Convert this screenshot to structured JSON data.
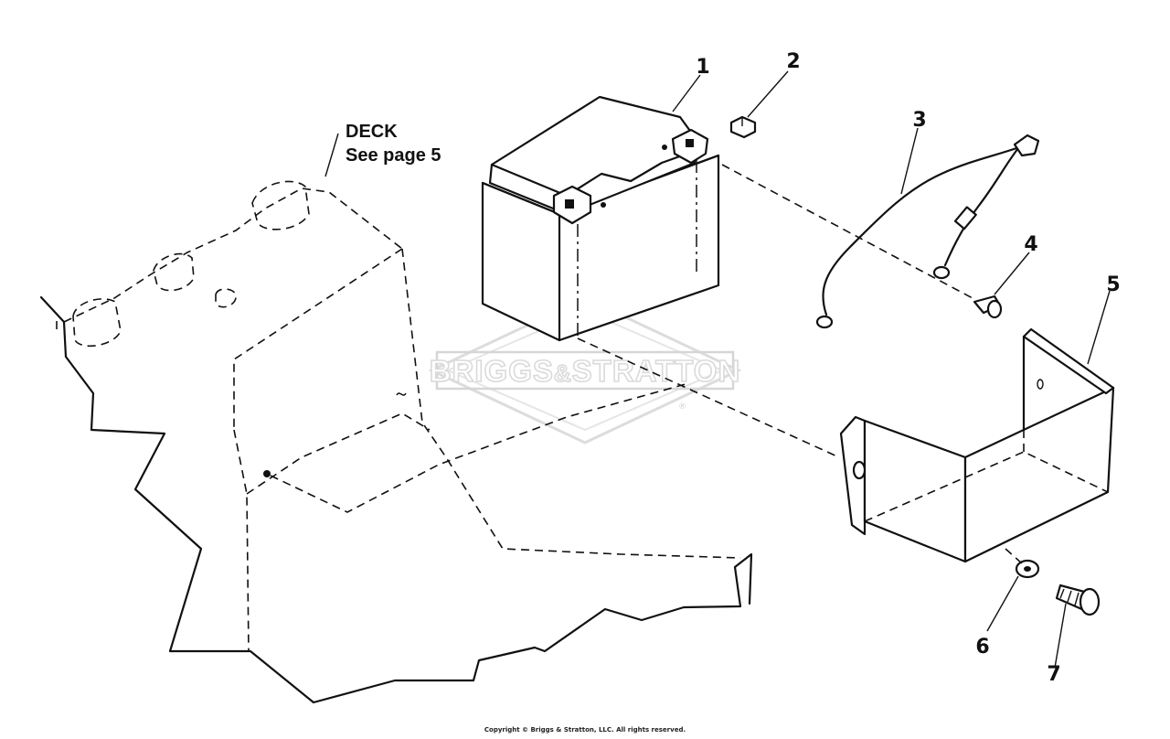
{
  "deck_label": {
    "line1": "DECK",
    "line2": "See page 5"
  },
  "callouts": [
    "1",
    "2",
    "3",
    "4",
    "5",
    "6",
    "7"
  ],
  "watermark": {
    "brand_left": "BRIGGS",
    "brand_amp": "&",
    "brand_right": "STRATTON",
    "reg_mark": "®"
  },
  "copyright": "Copyright © Briggs & Stratton, LLC. All rights reserved."
}
